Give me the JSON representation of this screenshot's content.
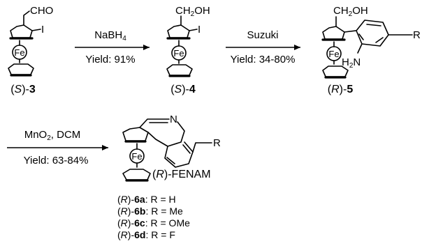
{
  "compounds": {
    "c3": {
      "stereo": "S",
      "number": "3",
      "atoms": {
        "cho": "CHO",
        "i": "I",
        "fe": "Fe"
      }
    },
    "c4": {
      "stereo": "S",
      "number": "4",
      "atoms": {
        "ch2oh": "CH2OH",
        "i": "I",
        "fe": "Fe"
      }
    },
    "c5": {
      "stereo": "R",
      "number": "5",
      "atoms": {
        "ch2oh": "CH2OH",
        "nh2": "H2N",
        "r": "R",
        "fe": "Fe"
      }
    },
    "c6": {
      "stereo": "R",
      "name": "FENAM",
      "atoms": {
        "n": "N",
        "r": "R",
        "fe": "Fe"
      }
    }
  },
  "steps": [
    {
      "reagent": "NaBH4",
      "yield": "Yield: 91%"
    },
    {
      "reagent": "Suzuki",
      "yield": "Yield: 34-80%"
    },
    {
      "reagent": "MnO2, DCM",
      "yield": "Yield: 63-84%"
    }
  ],
  "r_groups": [
    {
      "stereo": "R",
      "number": "6a",
      "text": ": R = H"
    },
    {
      "stereo": "R",
      "number": "6b",
      "text": ": R = Me"
    },
    {
      "stereo": "R",
      "number": "6c",
      "text": ": R = OMe"
    },
    {
      "stereo": "R",
      "number": "6d",
      "text": ": R = F"
    }
  ]
}
